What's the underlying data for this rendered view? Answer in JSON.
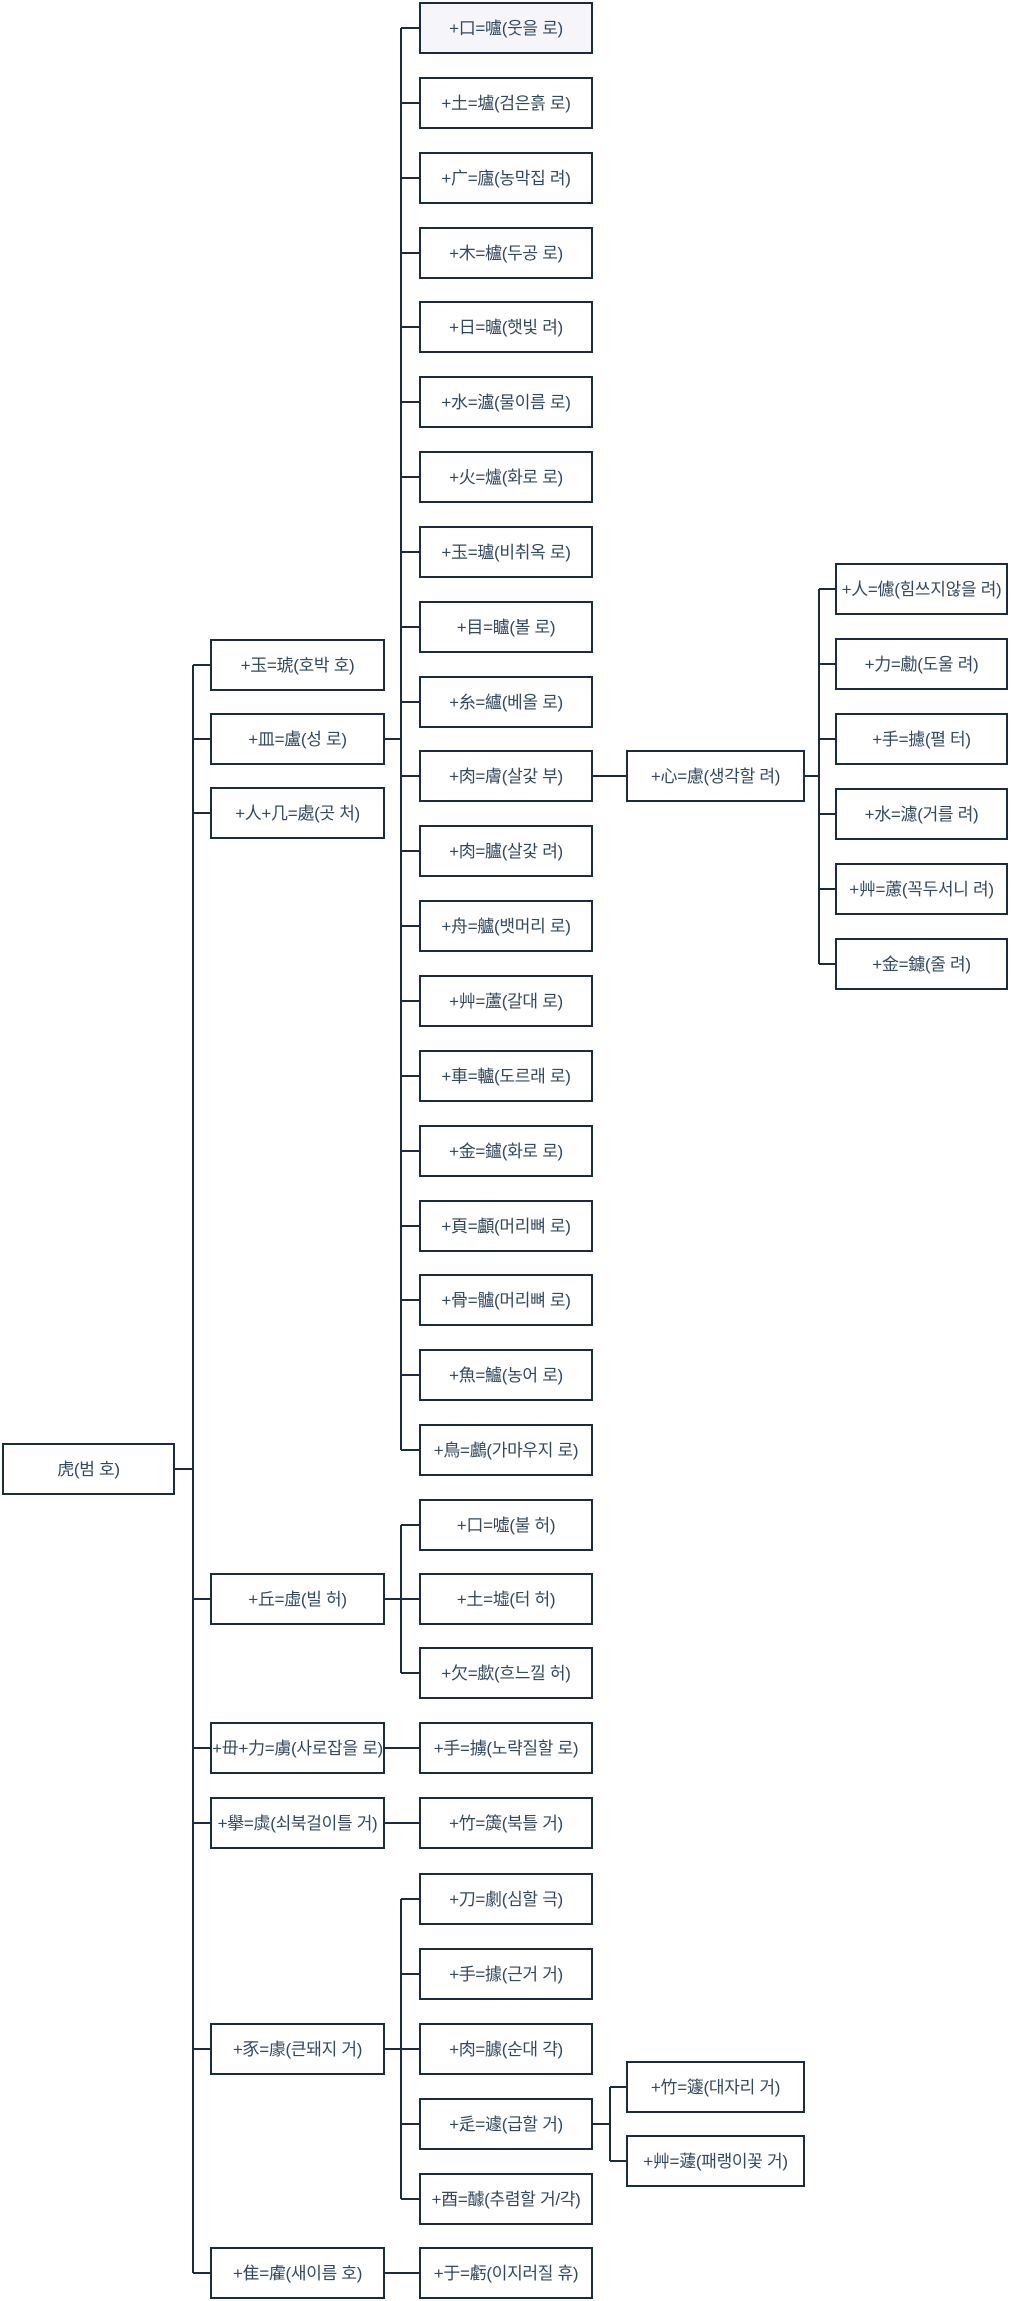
{
  "diagram": {
    "type": "tree",
    "direction": "left-to-right",
    "line_color": "#1b2c40",
    "box_border_color": "#1b2c40",
    "box_fill_color": "#ffffff",
    "text_color": "#33495f"
  },
  "nodes": [
    {
      "label": "虎(범 호)",
      "parent": null
    },
    {
      "label": "+玉=琥(호박 호)",
      "parent": "虎"
    },
    {
      "label": "+皿=盧(성 로)",
      "parent": "虎"
    },
    {
      "label": "+人+几=處(곳 처)",
      "parent": "虎"
    },
    {
      "label": "+丘=虛(빌 허)",
      "parent": "虎"
    },
    {
      "label": "+毌+力=虜(사로잡을 로)",
      "parent": "虎"
    },
    {
      "label": "+擧=虡(쇠북걸이틀 거)",
      "parent": "虎"
    },
    {
      "label": "+豕=豦(큰돼지 거)",
      "parent": "虎"
    },
    {
      "label": "+隹=雐(새이름 호)",
      "parent": "虎"
    },
    {
      "label": "+口=嚧(웃을 로)",
      "parent": "盧"
    },
    {
      "label": "+土=壚(검은흙 로)",
      "parent": "盧"
    },
    {
      "label": "+广=廬(농막집 려)",
      "parent": "盧"
    },
    {
      "label": "+木=櫨(두공 로)",
      "parent": "盧"
    },
    {
      "label": "+日=曥(햇빛 려)",
      "parent": "盧"
    },
    {
      "label": "+水=瀘(물이름 로)",
      "parent": "盧"
    },
    {
      "label": "+火=爐(화로 로)",
      "parent": "盧"
    },
    {
      "label": "+玉=瓐(비취옥 로)",
      "parent": "盧"
    },
    {
      "label": "+目=矑(볼 로)",
      "parent": "盧"
    },
    {
      "label": "+糸=纑(베올 로)",
      "parent": "盧"
    },
    {
      "label": "+肉=膚(살갗 부)",
      "parent": "盧"
    },
    {
      "label": "+肉=臚(살갗 려)",
      "parent": "盧"
    },
    {
      "label": "+舟=艫(뱃머리 로)",
      "parent": "盧"
    },
    {
      "label": "+艸=蘆(갈대 로)",
      "parent": "盧"
    },
    {
      "label": "+車=轤(도르래 로)",
      "parent": "盧"
    },
    {
      "label": "+金=鑪(화로 로)",
      "parent": "盧"
    },
    {
      "label": "+頁=顱(머리뼈 로)",
      "parent": "盧"
    },
    {
      "label": "+骨=髗(머리뼈 로)",
      "parent": "盧"
    },
    {
      "label": "+魚=鱸(농어 로)",
      "parent": "盧"
    },
    {
      "label": "+鳥=鸕(가마우지 로)",
      "parent": "盧"
    },
    {
      "label": "+心=慮(생각할 려)",
      "parent": "膚"
    },
    {
      "label": "+人=儢(힘쓰지않을 려)",
      "parent": "慮"
    },
    {
      "label": "+力=勴(도울 려)",
      "parent": "慮"
    },
    {
      "label": "+手=攄(펼 터)",
      "parent": "慮"
    },
    {
      "label": "+水=濾(거를 려)",
      "parent": "慮"
    },
    {
      "label": "+艸=藘(꼭두서니 려)",
      "parent": "慮"
    },
    {
      "label": "+金=鑢(줄 려)",
      "parent": "慮"
    },
    {
      "label": "+口=噓(불 허)",
      "parent": "虛"
    },
    {
      "label": "+土=墟(터 허)",
      "parent": "虛"
    },
    {
      "label": "+欠=歔(흐느낄 허)",
      "parent": "虛"
    },
    {
      "label": "+手=擄(노략질할 로)",
      "parent": "虜"
    },
    {
      "label": "+竹=簴(북틀 거)",
      "parent": "虡"
    },
    {
      "label": "+刀=劇(심할 극)",
      "parent": "豦"
    },
    {
      "label": "+手=據(근거 거)",
      "parent": "豦"
    },
    {
      "label": "+肉=臄(순대 갹)",
      "parent": "豦"
    },
    {
      "label": "+辵=遽(급할 거)",
      "parent": "豦"
    },
    {
      "label": "+酉=醵(추렴할 거/갹)",
      "parent": "豦"
    },
    {
      "label": "+竹=籧(대자리 거)",
      "parent": "遽"
    },
    {
      "label": "+艸=蘧(패랭이꽃 거)",
      "parent": "遽"
    },
    {
      "label": "+于=虧(이지러질 휴)",
      "parent": "雐"
    }
  ]
}
